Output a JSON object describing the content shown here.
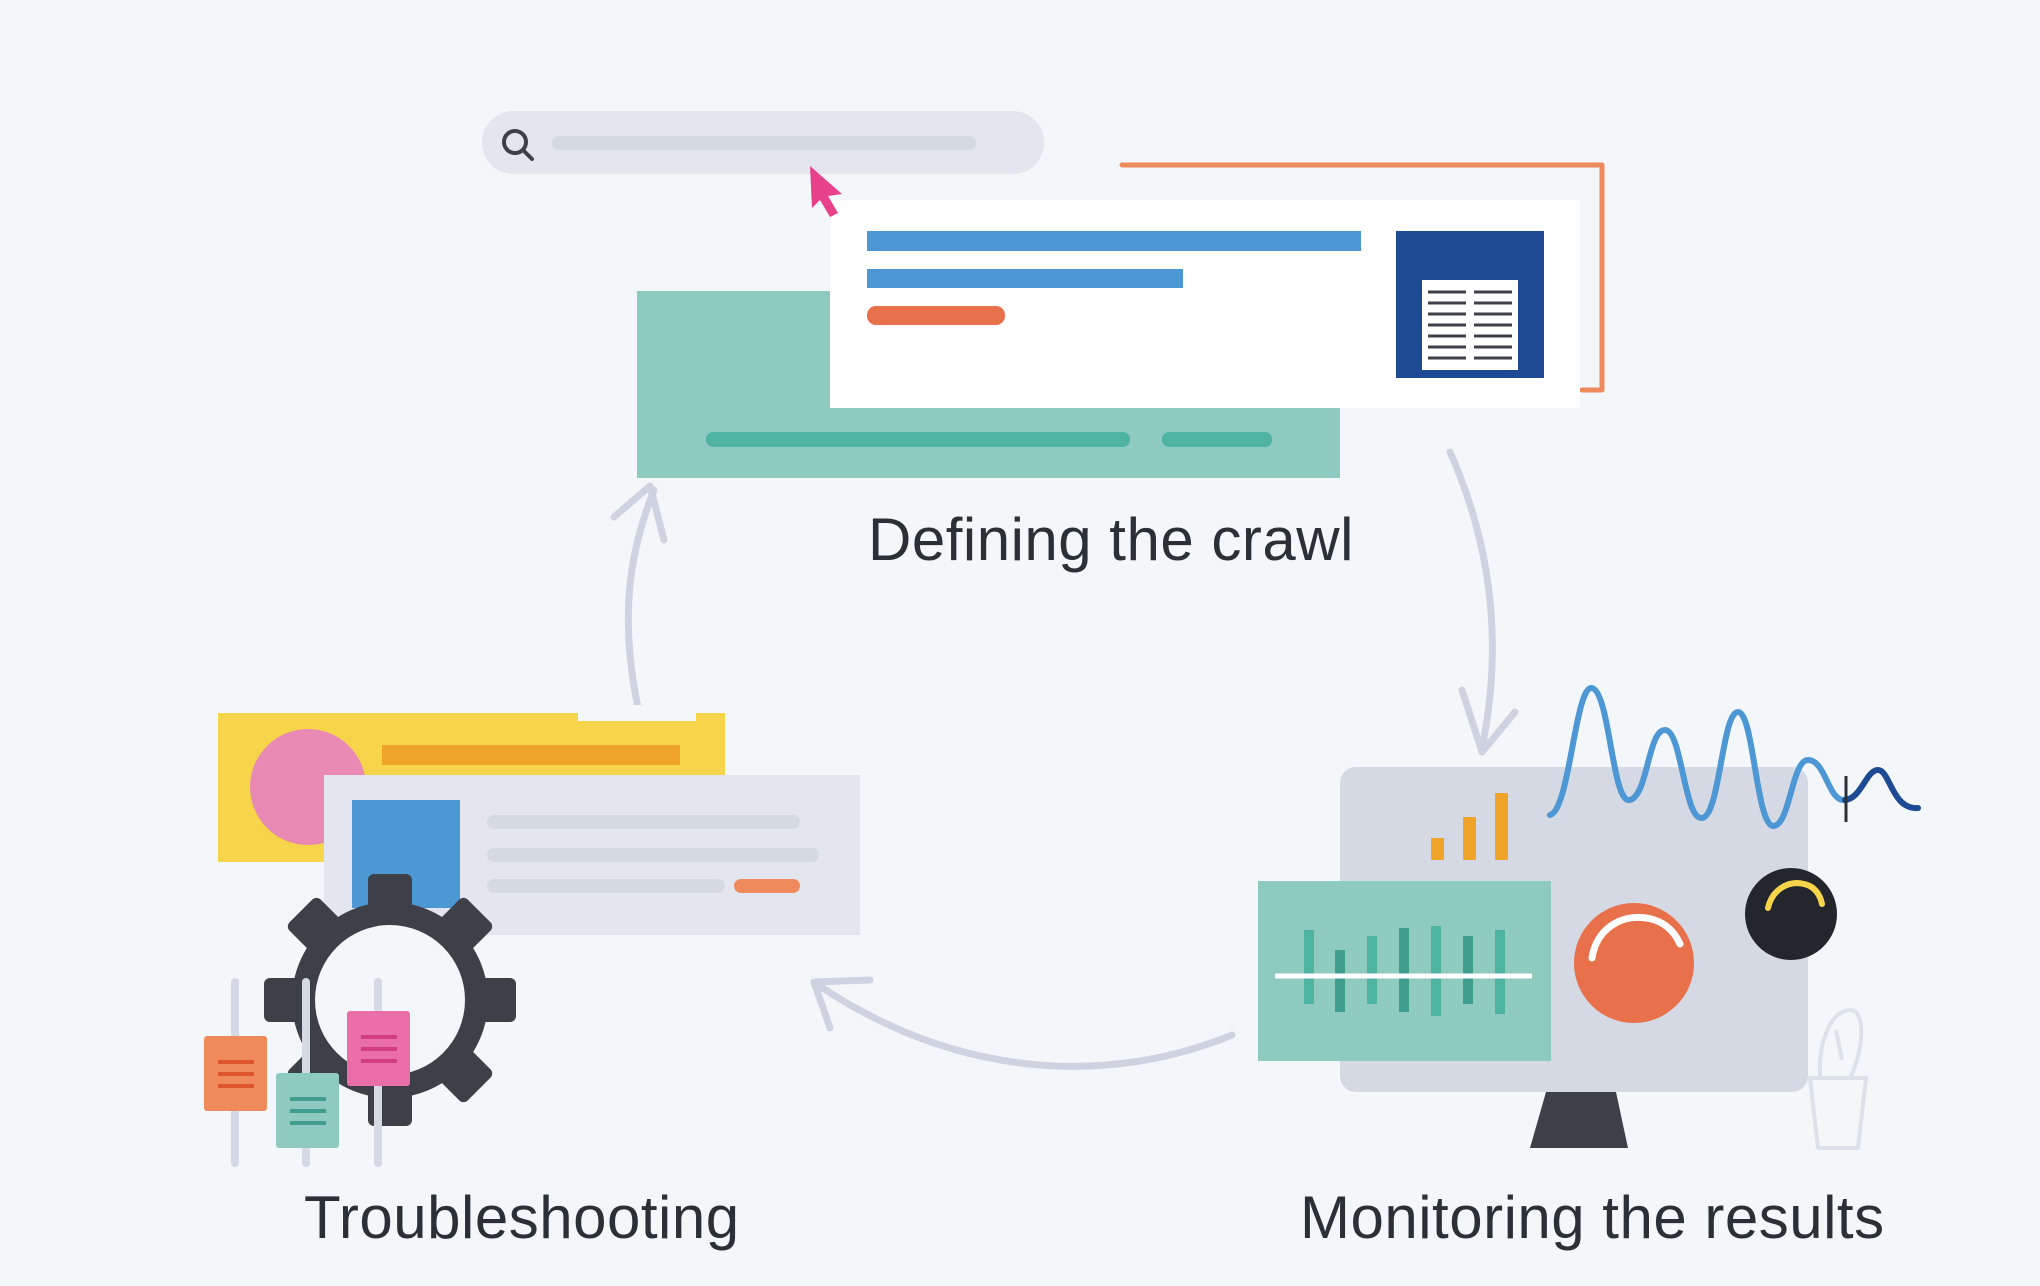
{
  "diagram": {
    "stages": [
      {
        "id": "define",
        "label": "Defining the crawl"
      },
      {
        "id": "monitor",
        "label": "Monitoring the results"
      },
      {
        "id": "trouble",
        "label": "Troubleshooting"
      }
    ]
  },
  "colors": {
    "background": "#f4f7f9",
    "text": "#2b2f36",
    "teal": "#8fcac0",
    "teal_dark": "#4fb3a2",
    "blue": "#4d97d5",
    "navy": "#1e4a93",
    "orange": "#e8704b",
    "coral": "#ef8a5c",
    "pink": "#e8418b",
    "yellow": "#f7d54a",
    "amber": "#f0a52a",
    "gray_light": "#e3e6ee",
    "gray_panel": "#d5d9e4",
    "charcoal": "#3d4048",
    "arrow": "#cfd3e1"
  },
  "icons": [
    "search-icon",
    "cursor-icon",
    "document-icon",
    "gear-icon",
    "knob-icon",
    "dial-button-icon",
    "bar-chart-icon",
    "waveform-icon",
    "plant-pot-icon"
  ]
}
